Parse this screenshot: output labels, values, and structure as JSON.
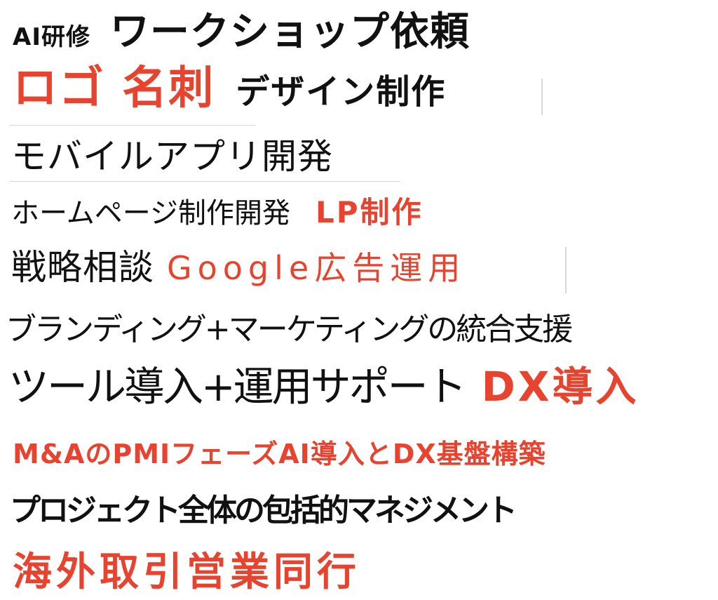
{
  "colors": {
    "accent_red": "#e8432e",
    "text_black": "#111111",
    "background": "#ffffff"
  },
  "lines": [
    {
      "id": "line-1",
      "segments": [
        {
          "text": "AI研修",
          "color": "black",
          "weight": "bold"
        },
        {
          "text": "ワークショップ依頼",
          "color": "black",
          "weight": "bold"
        }
      ]
    },
    {
      "id": "line-2",
      "segments": [
        {
          "text": "ロゴ 名刺",
          "color": "red",
          "weight": "bold"
        },
        {
          "text": "デザイン制作",
          "color": "black",
          "weight": "bold"
        }
      ]
    },
    {
      "id": "line-3",
      "segments": [
        {
          "text": "モバイルアプリ開発",
          "color": "black",
          "weight": "light"
        }
      ]
    },
    {
      "id": "line-4",
      "segments": [
        {
          "text": "ホームページ制作開発",
          "color": "black",
          "weight": "light"
        },
        {
          "text": "LP制作",
          "color": "red",
          "weight": "bold"
        }
      ]
    },
    {
      "id": "line-5",
      "segments": [
        {
          "text": "戦略相談",
          "color": "black",
          "weight": "light"
        },
        {
          "text": "Google広告運用",
          "color": "red",
          "weight": "light"
        }
      ]
    },
    {
      "id": "line-6",
      "segments": [
        {
          "text": "ブランディング+マーケティングの統合支援",
          "color": "black",
          "weight": "light"
        }
      ]
    },
    {
      "id": "line-7",
      "segments": [
        {
          "text": "ツール導入+運用サポート",
          "color": "black",
          "weight": "light"
        },
        {
          "text": "DX導入",
          "color": "red",
          "weight": "bold"
        }
      ]
    },
    {
      "id": "line-8",
      "segments": [
        {
          "text": "M&AのPMIフェーズAI導入とDX基盤構築",
          "color": "red",
          "weight": "bold"
        }
      ]
    },
    {
      "id": "line-9",
      "segments": [
        {
          "text": "プロジェクト全体の包括的マネジメント",
          "color": "black",
          "weight": "bold"
        }
      ]
    },
    {
      "id": "line-10",
      "segments": [
        {
          "text": "海外取引営業同行",
          "color": "red",
          "weight": "bold"
        }
      ]
    }
  ]
}
